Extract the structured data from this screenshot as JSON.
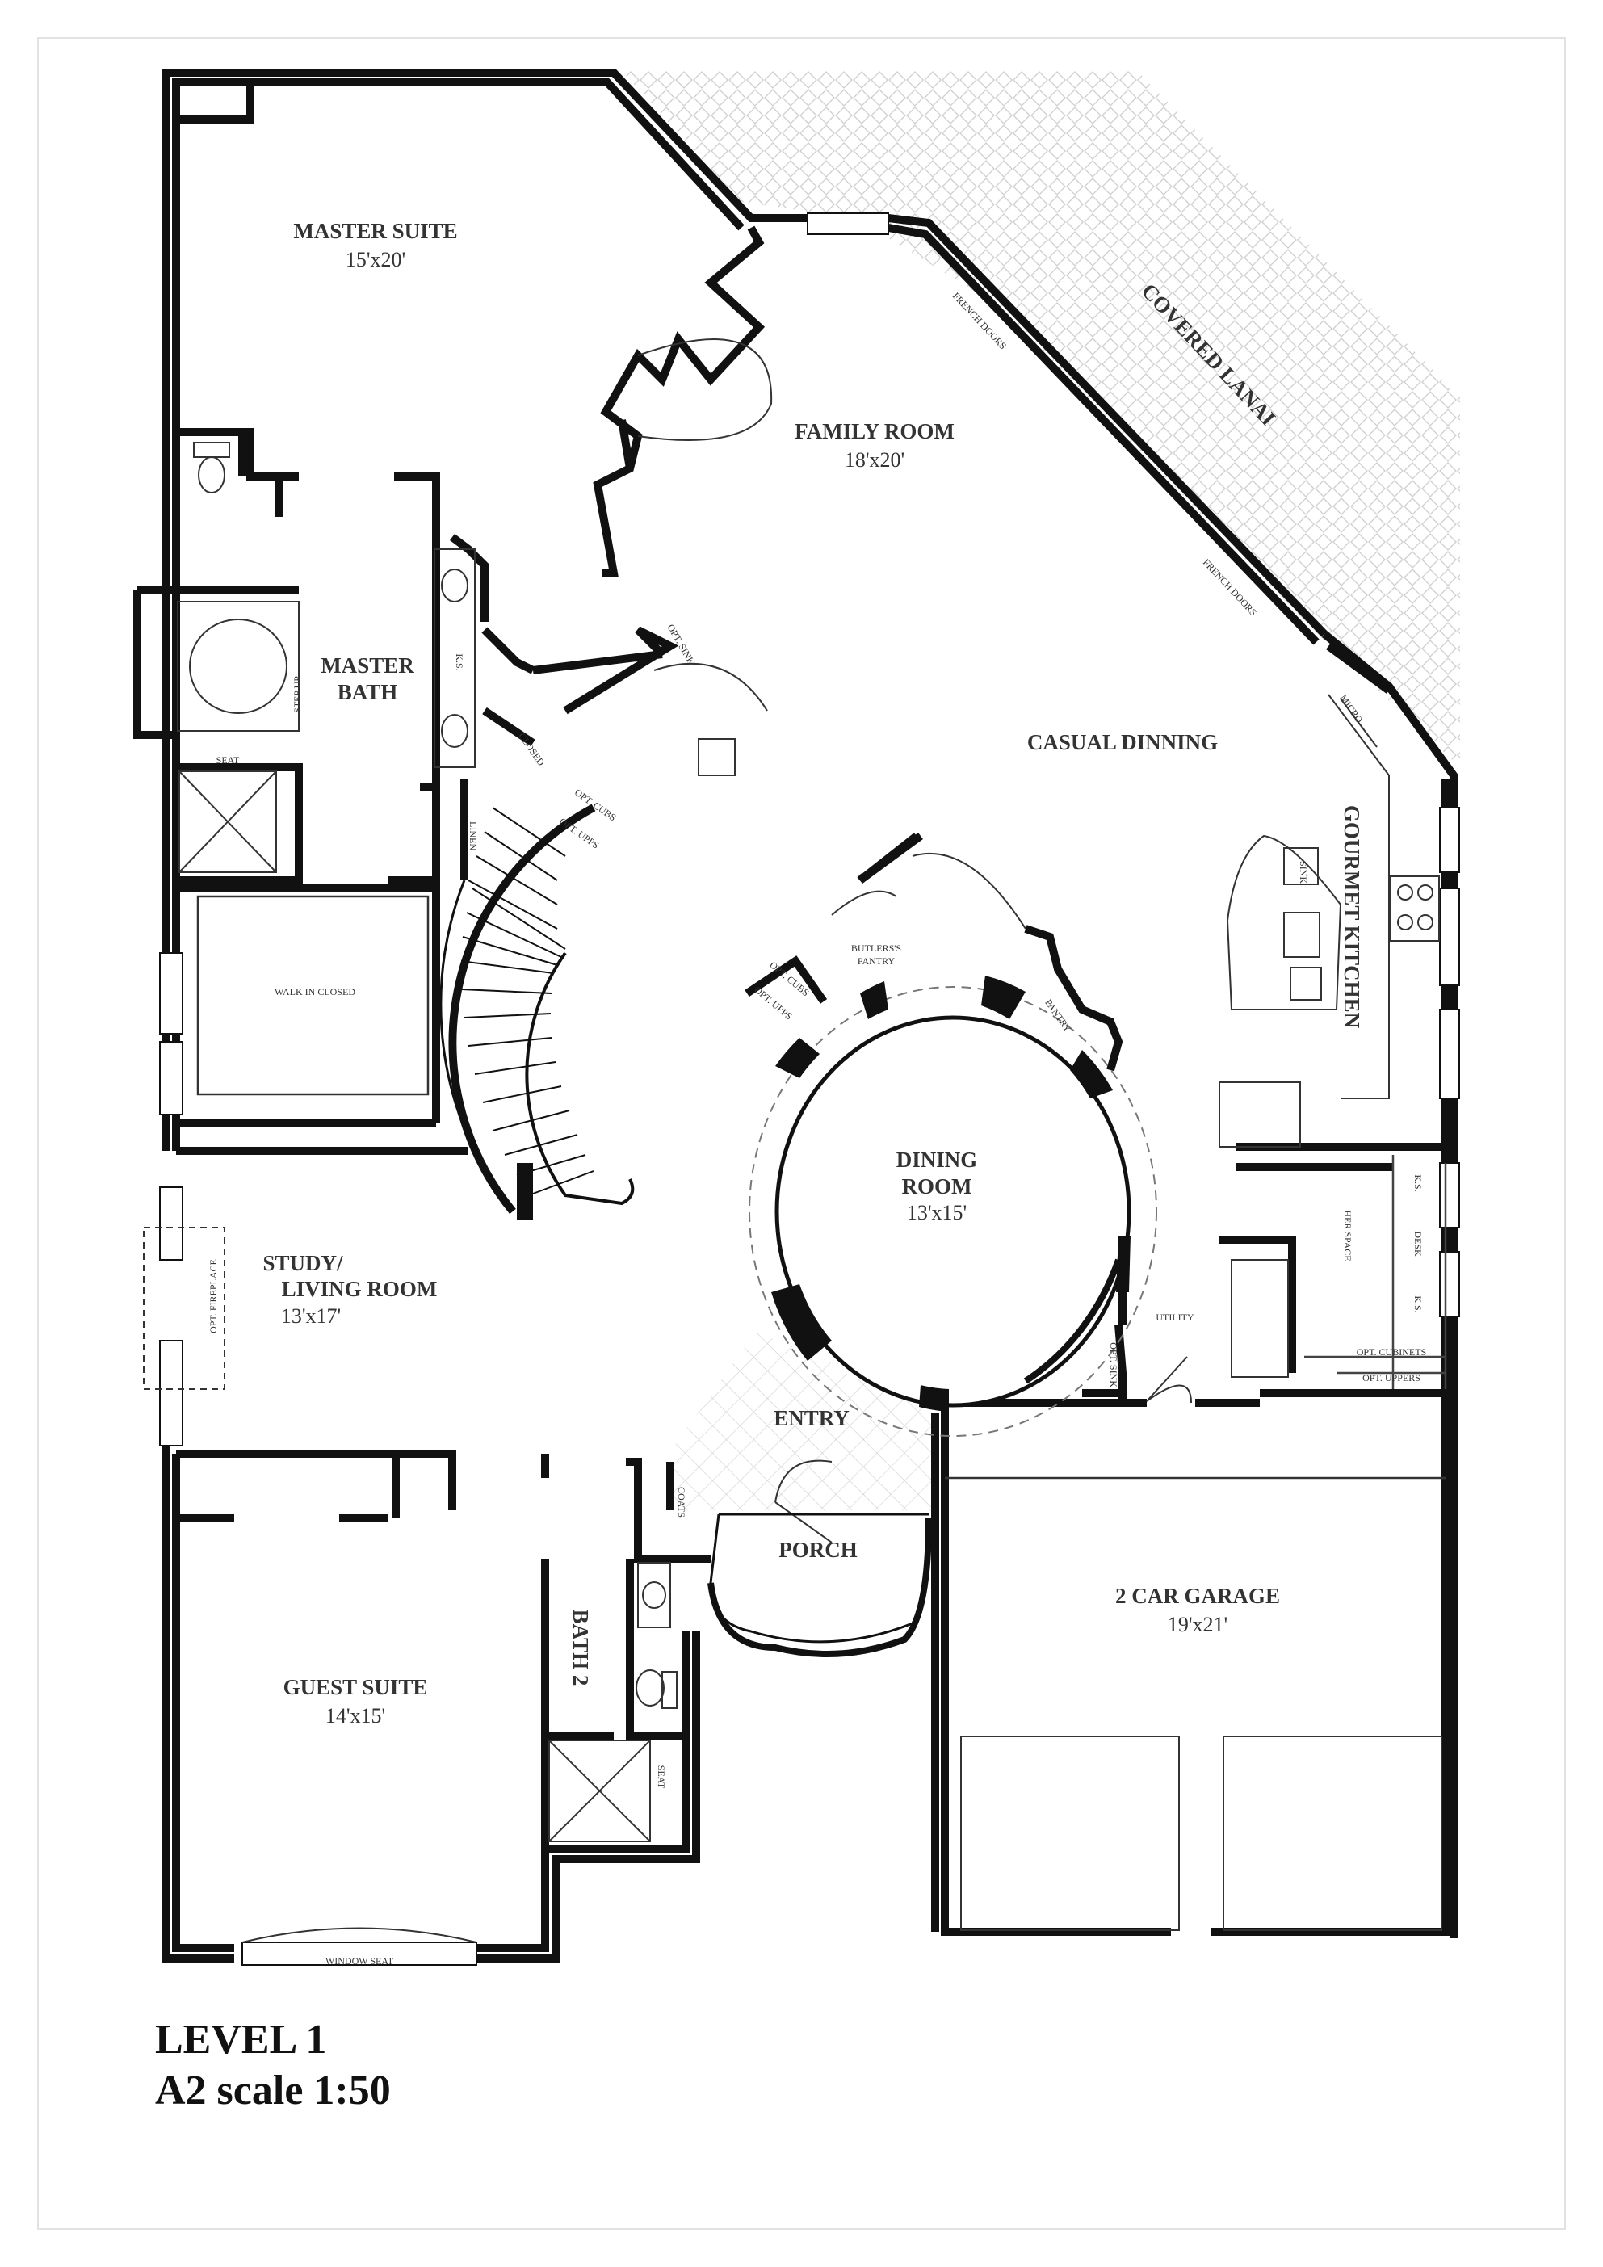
{
  "plan": {
    "rooms": {
      "master_suite": {
        "name": "MASTER SUITE",
        "size": "15'x20'"
      },
      "family_room": {
        "name": "FAMILY ROOM",
        "size": "18'x20'"
      },
      "covered_lanai": {
        "name": "COVERED LANAI"
      },
      "master_bath": {
        "name_line1": "MASTER",
        "name_line2": "BATH"
      },
      "casual_dinning": {
        "name": "CASUAL DINNING"
      },
      "gourmet_kitchen": {
        "name": "GOURMET KITCHEN"
      },
      "walk_in_closed": {
        "name": "WALK IN CLOSED"
      },
      "dining_room": {
        "name_line1": "DINING",
        "name_line2": "ROOM",
        "size": "13'x15'"
      },
      "study": {
        "name_line1": "STUDY/",
        "name_line2": "LIVING ROOM",
        "size": "13'x17'"
      },
      "entry": {
        "name": "ENTRY"
      },
      "porch": {
        "name": "PORCH"
      },
      "garage": {
        "name": "2 CAR GARAGE",
        "size": "19'x21'"
      },
      "guest_suite": {
        "name": "GUEST SUITE",
        "size": "14'x15'"
      },
      "bath_2": {
        "name": "BATH 2"
      }
    },
    "labels": {
      "french_doors": "FRENCH DOORS",
      "step_up": "STEP UP",
      "seat": "SEAT",
      "ks": "K.S.",
      "closed": "CLOSED",
      "linen": "LINEN",
      "opt_sink": "OPT. SINK",
      "opt_cubs": "OPT. CUBS",
      "opt_upps": "OPT. UPPS",
      "butlers_pantry_l1": "BUTLERS'S",
      "butlers_pantry_l2": "PANTRY",
      "pantry": "PANTRY",
      "micro": "MICRO",
      "sink": "SINK",
      "her_space": "HER SPACE",
      "desk": "DESK",
      "utility": "UTILITY",
      "opt_cubinets": "OPT. CUBINETS",
      "opt_uppers": "OPT. UPPERS",
      "opt_fireplace": "OPT. FIREPLACE",
      "coats": "COATS",
      "window_seat": "WINDOW SEAT"
    }
  },
  "title": {
    "level": "LEVEL 1",
    "scale": "A2 scale 1:50"
  }
}
